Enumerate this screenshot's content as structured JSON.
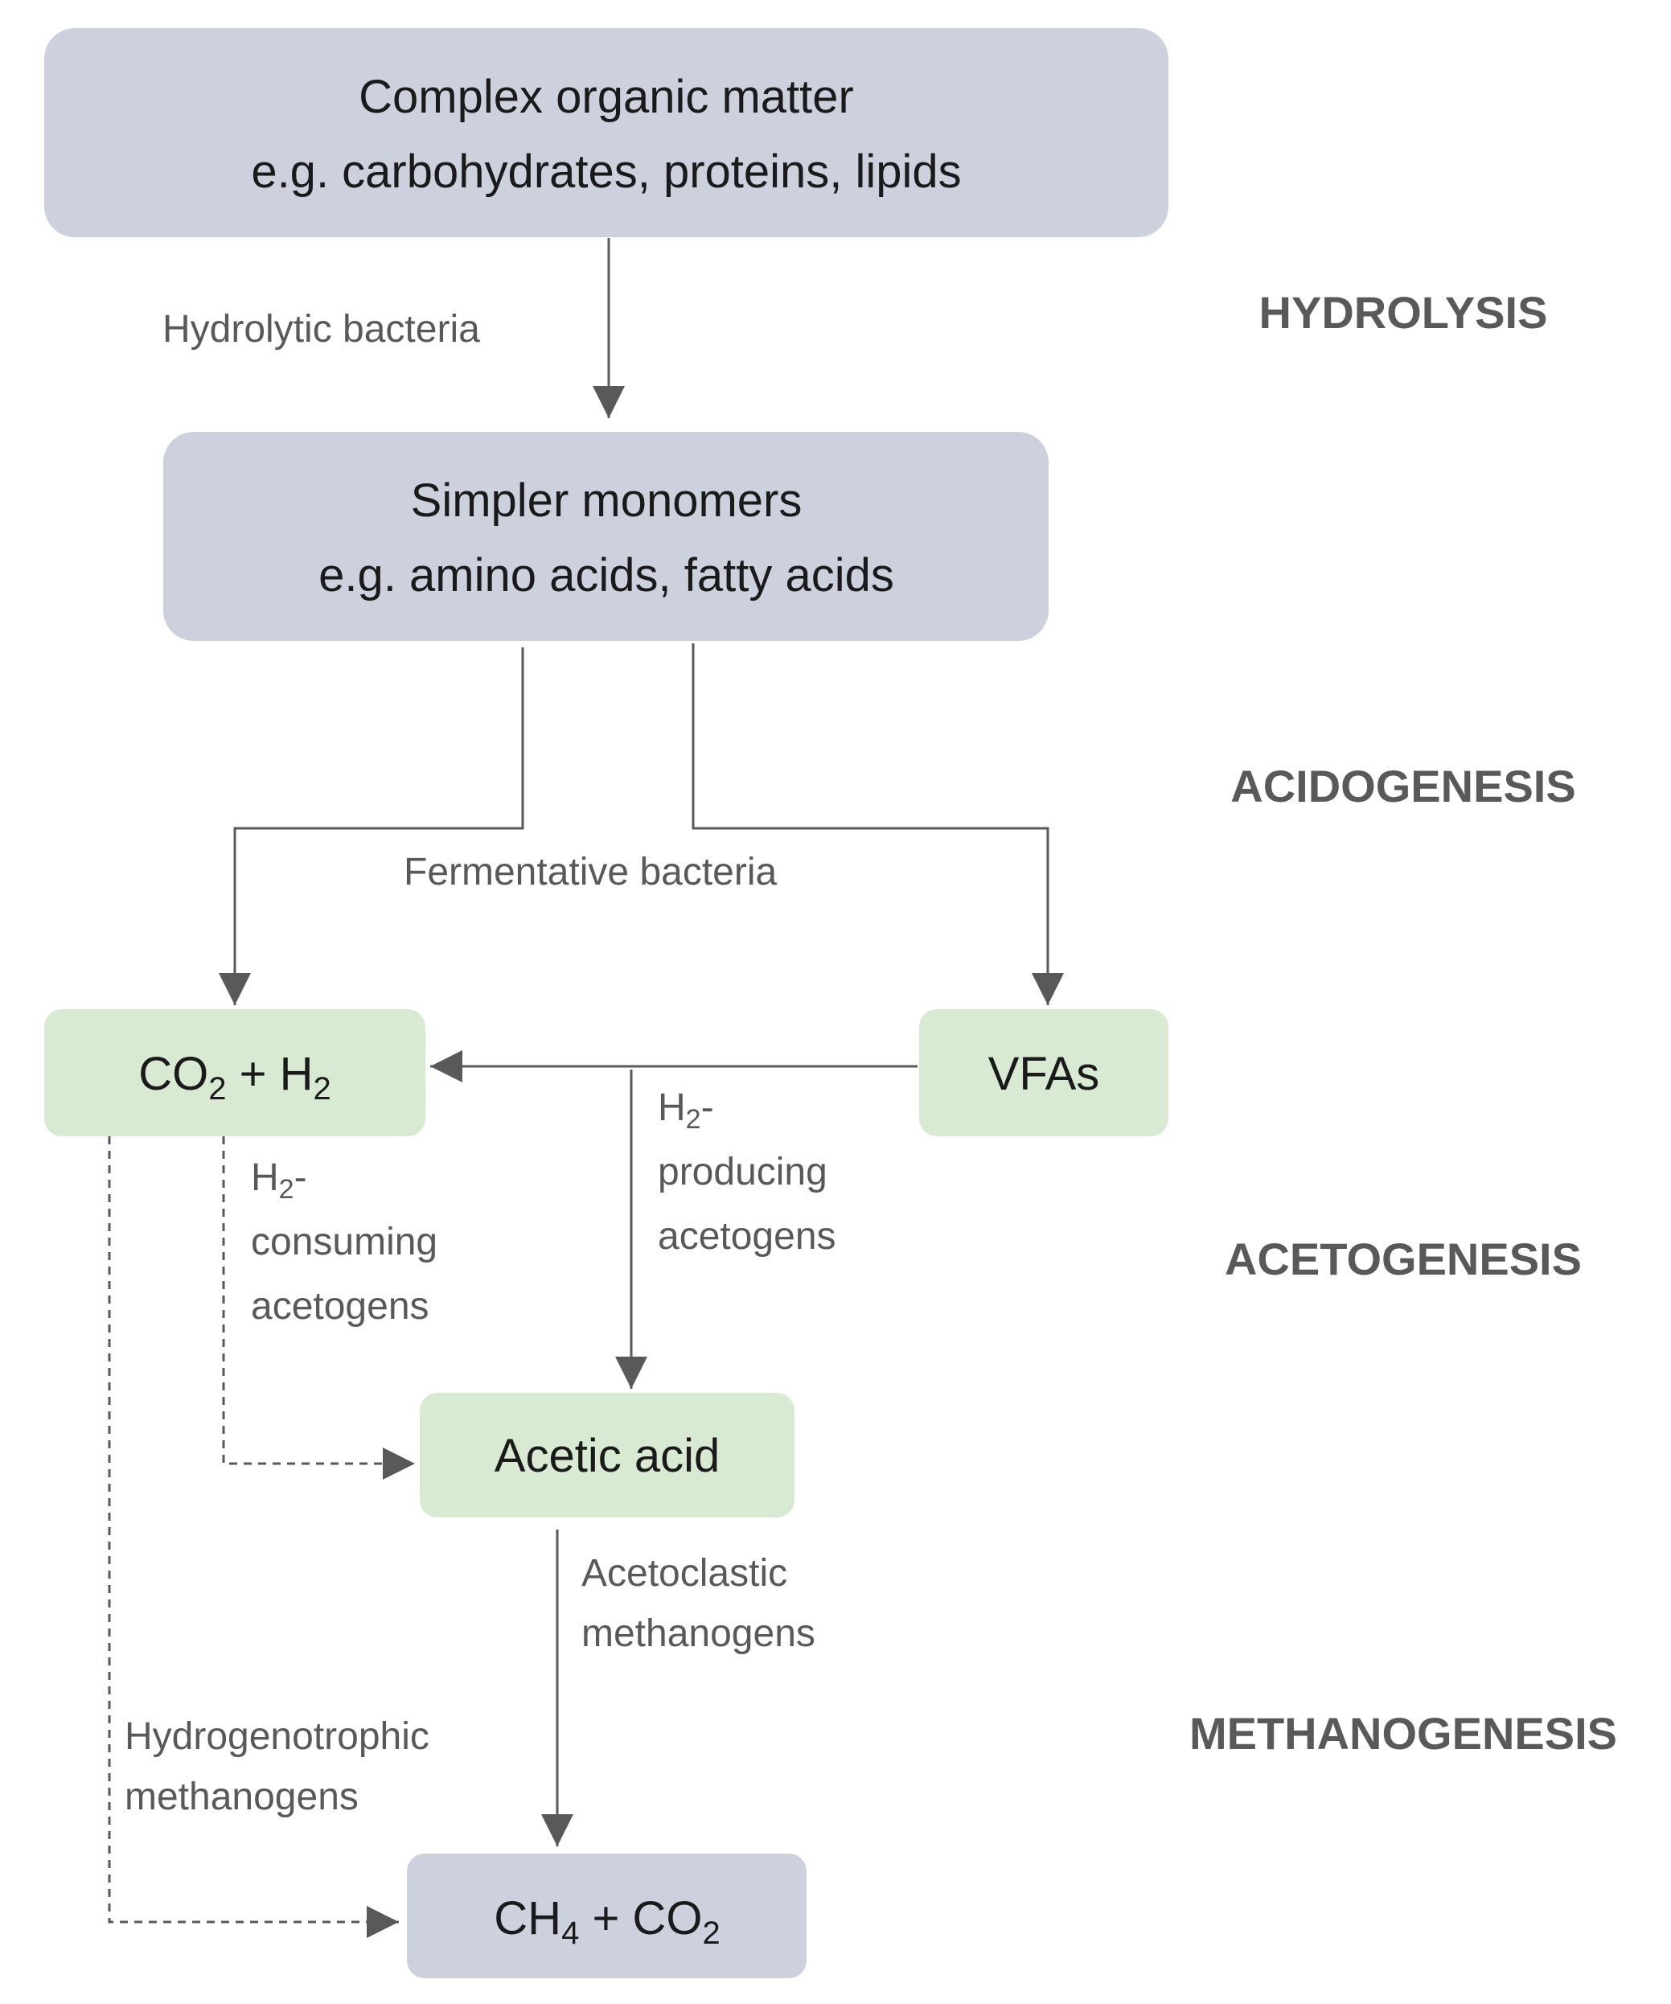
{
  "colors": {
    "grey_box": "#cdd1dd",
    "green_box": "#d9ead3",
    "arrow": "#595959",
    "label": "#595959",
    "node_text": "#1a1a1a"
  },
  "nodes": {
    "complex": {
      "line1": "Complex organic matter",
      "line2": "e.g. carbohydrates, proteins, lipids"
    },
    "monomers": {
      "line1": "Simpler monomers",
      "line2": "e.g. amino acids, fatty acids"
    },
    "co2h2": {
      "co": "CO",
      "two_a": "2",
      "plus_h": " + H",
      "two_b": "2"
    },
    "vfas": {
      "text": "VFAs"
    },
    "acetic": {
      "text": "Acetic acid"
    },
    "ch4co2": {
      "ch": "CH",
      "four": "4",
      "plus_co": " + CO",
      "two": "2"
    }
  },
  "labels": {
    "hydrolytic": "Hydrolytic bacteria",
    "fermentative": "Fermentative bacteria",
    "h2_consuming": {
      "h": "H",
      "sub": "2",
      "dash": "-",
      "line2": "consuming",
      "line3": "acetogens"
    },
    "h2_producing": {
      "h": "H",
      "sub": "2",
      "dash": "-",
      "line2": "producing",
      "line3": "acetogens"
    },
    "acetoclastic": {
      "line1": "Acetoclastic",
      "line2": "methanogens"
    },
    "hydrogenotrophic": {
      "line1": "Hydrogenotrophic",
      "line2": "methanogens"
    }
  },
  "stages": {
    "hydrolysis": "HYDROLYSIS",
    "acidogenesis": "ACIDOGENESIS",
    "acetogenesis": "ACETOGENESIS",
    "methanogenesis": "METHANOGENESIS"
  }
}
